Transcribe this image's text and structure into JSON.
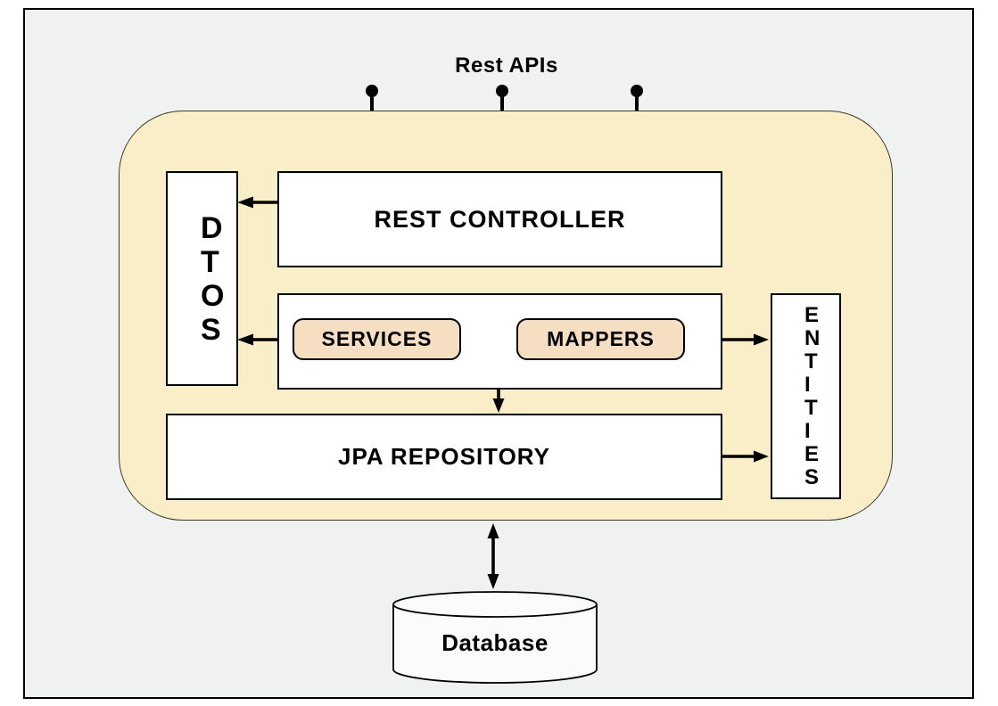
{
  "diagram": {
    "title": "Rest APIs",
    "api_connectors": 3,
    "nodes": {
      "rest_controller": {
        "label": "REST CONTROLLER"
      },
      "dtos": {
        "label": "DTOS",
        "orientation": "vertical"
      },
      "services": {
        "label": "SERVICES"
      },
      "mappers": {
        "label": "MAPPERS"
      },
      "jpa_repository": {
        "label": "JPA REPOSITORY"
      },
      "entities": {
        "label": "ENTITIES",
        "orientation": "vertical"
      },
      "database": {
        "label": "Database",
        "shape": "cylinder"
      }
    },
    "edges": [
      {
        "from": "rest_controller",
        "to": "dtos",
        "direction": "left"
      },
      {
        "from": "services_mappers",
        "to": "dtos",
        "direction": "left"
      },
      {
        "from": "services_mappers",
        "to": "entities",
        "direction": "right"
      },
      {
        "from": "services_mappers",
        "to": "jpa_repository",
        "direction": "down"
      },
      {
        "from": "jpa_repository",
        "to": "entities",
        "direction": "right"
      },
      {
        "from": "jpa_repository",
        "to": "database",
        "direction": "both"
      }
    ],
    "colors": {
      "background": "#F0F1F1",
      "frame_border": "#000000",
      "container_fill": "#FAEEC8",
      "container_border": "#3D3D2B",
      "node_fill": "#FFFFFF",
      "node_border": "#000000",
      "accent_fill": "#F6DEC3",
      "line": "#000000",
      "cylinder_fill": "#FBFBFB",
      "text": "#000000"
    }
  }
}
